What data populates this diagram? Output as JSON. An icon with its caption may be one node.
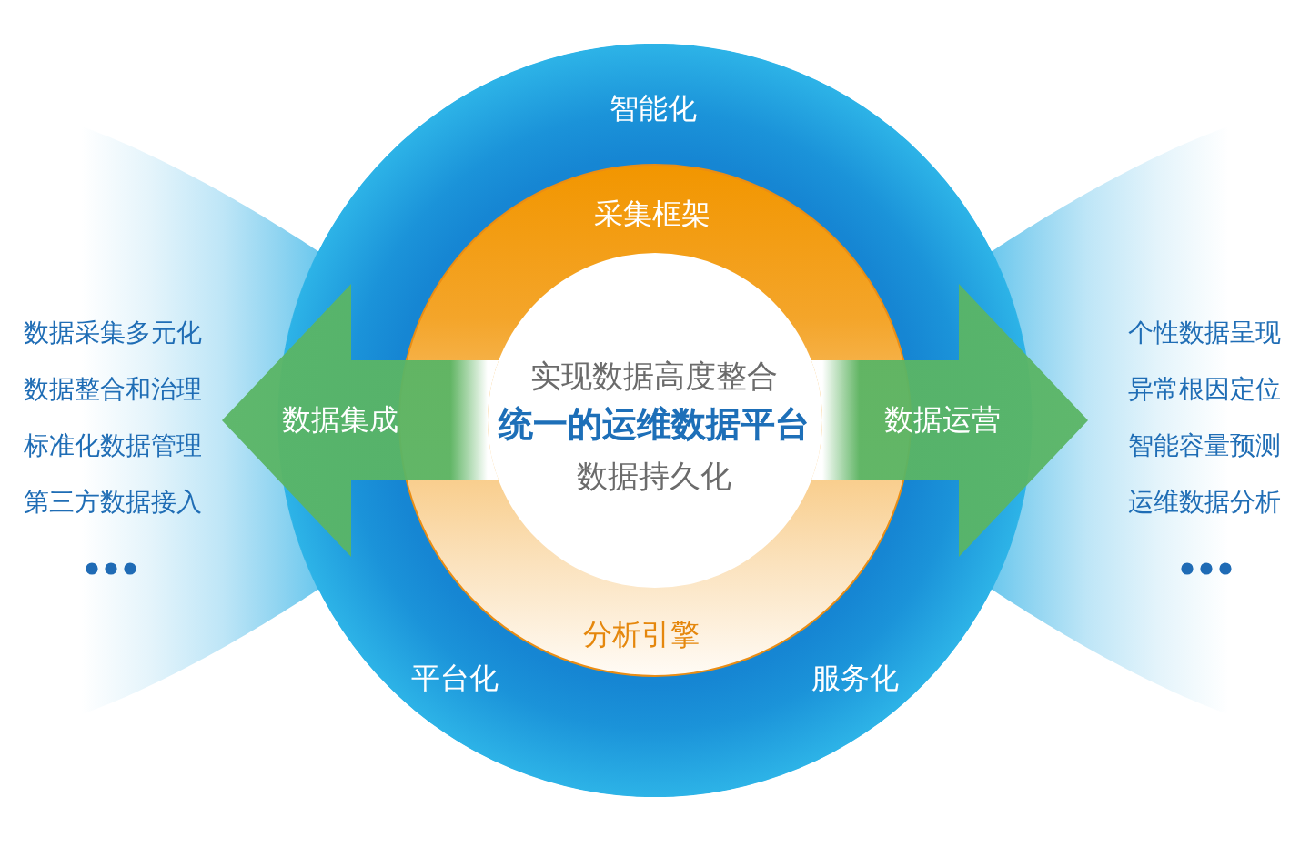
{
  "diagram": {
    "nodes": [
      {
        "text": [
          "智能化",
          "平台化",
          "服务化"
        ]
      },
      {
        "text": [
          "采集框架",
          "分析引擎"
        ],
        "in": 0
      },
      {
        "text": [
          "实现数据高度整合",
          "统一的运维数据平台",
          "数据持久化"
        ],
        "in": 1
      },
      {
        "text": [
          "数据采集多元化",
          "数据整合和治理",
          "标准化数据管理",
          "第三方数据接入"
        ]
      },
      {
        "text": [
          "个性数据呈现",
          "异常根因定位",
          "智能容量预测",
          "运维数据分析"
        ]
      }
    ],
    "edges": [
      {
        "from": 2,
        "to": 3,
        "arrow": "to",
        "label": "数据集成",
        "style": "thick"
      },
      {
        "from": 2,
        "to": 4,
        "arrow": "to",
        "label": "数据运营",
        "style": "thick"
      }
    ]
  }
}
